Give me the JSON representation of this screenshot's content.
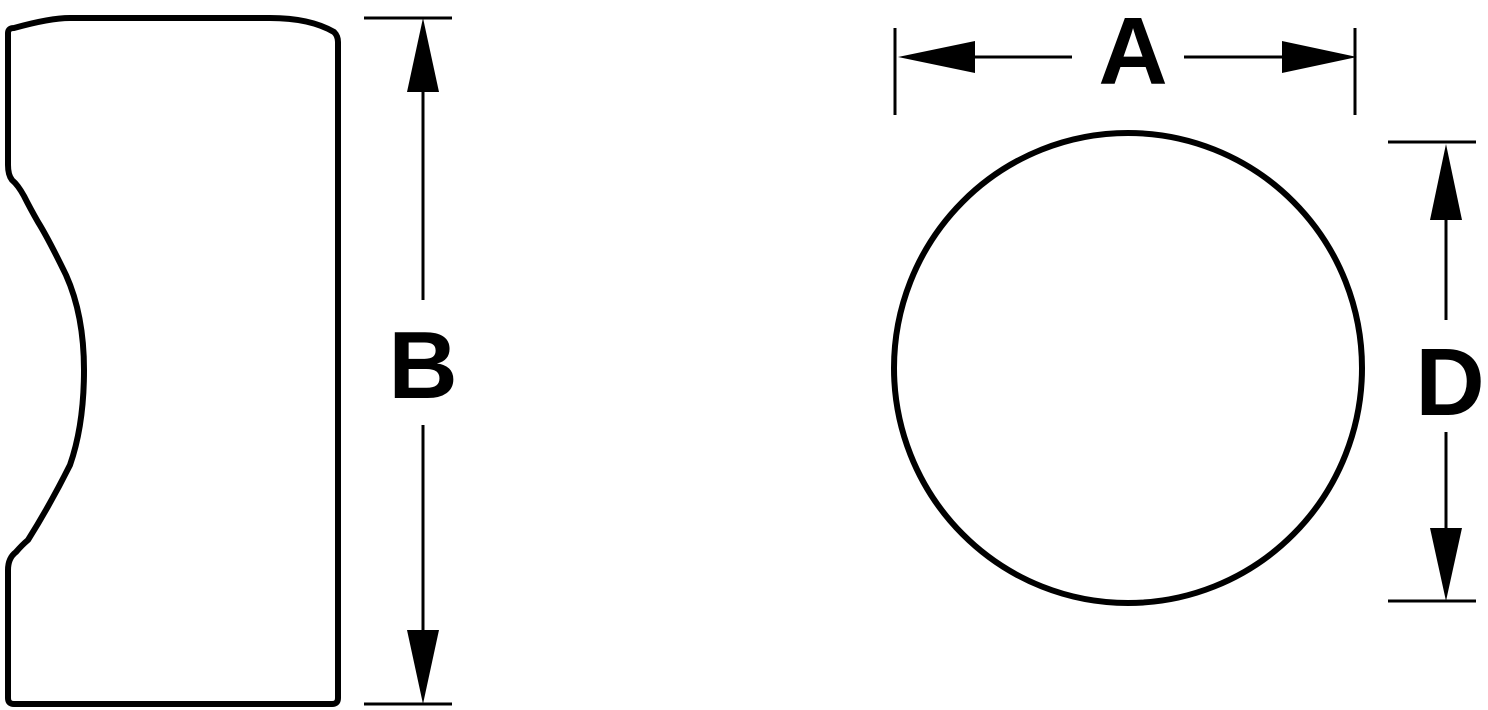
{
  "dimensions": {
    "a": "A",
    "b": "B",
    "d": "D"
  },
  "colors": {
    "stroke": "#000000",
    "background": "#ffffff"
  }
}
